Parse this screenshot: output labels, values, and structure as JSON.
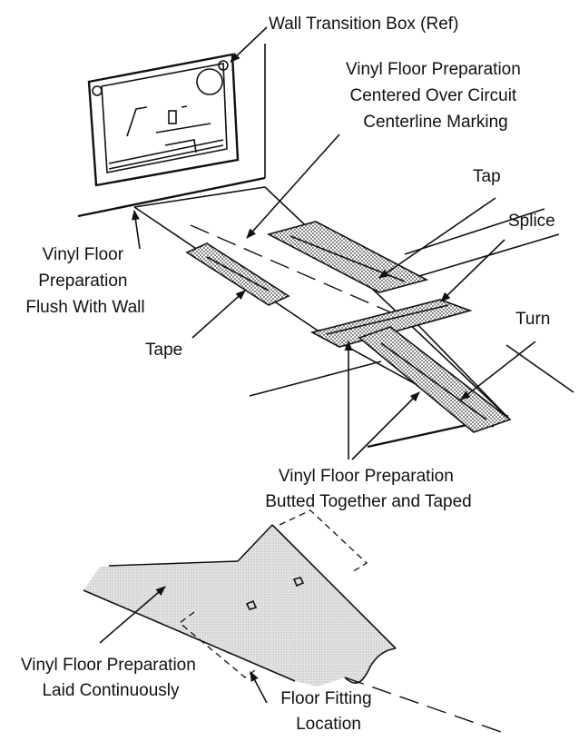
{
  "labels": {
    "wall_box": "Wall Transition Box (Ref)",
    "centered": [
      "Vinyl Floor Preparation",
      "Centered Over Circuit",
      "Centerline Marking"
    ],
    "tap": "Tap",
    "splice": "Splice",
    "turn": "Turn",
    "flush": [
      "Vinyl Floor",
      "Preparation",
      "Flush With Wall"
    ],
    "tape": "Tape",
    "butted": [
      "Vinyl Floor Preparation",
      "Butted Together and Taped"
    ],
    "continuous": [
      "Vinyl Floor Preparation",
      "Laid Continuously"
    ],
    "fitting": [
      "Floor Fitting",
      "Location"
    ]
  }
}
